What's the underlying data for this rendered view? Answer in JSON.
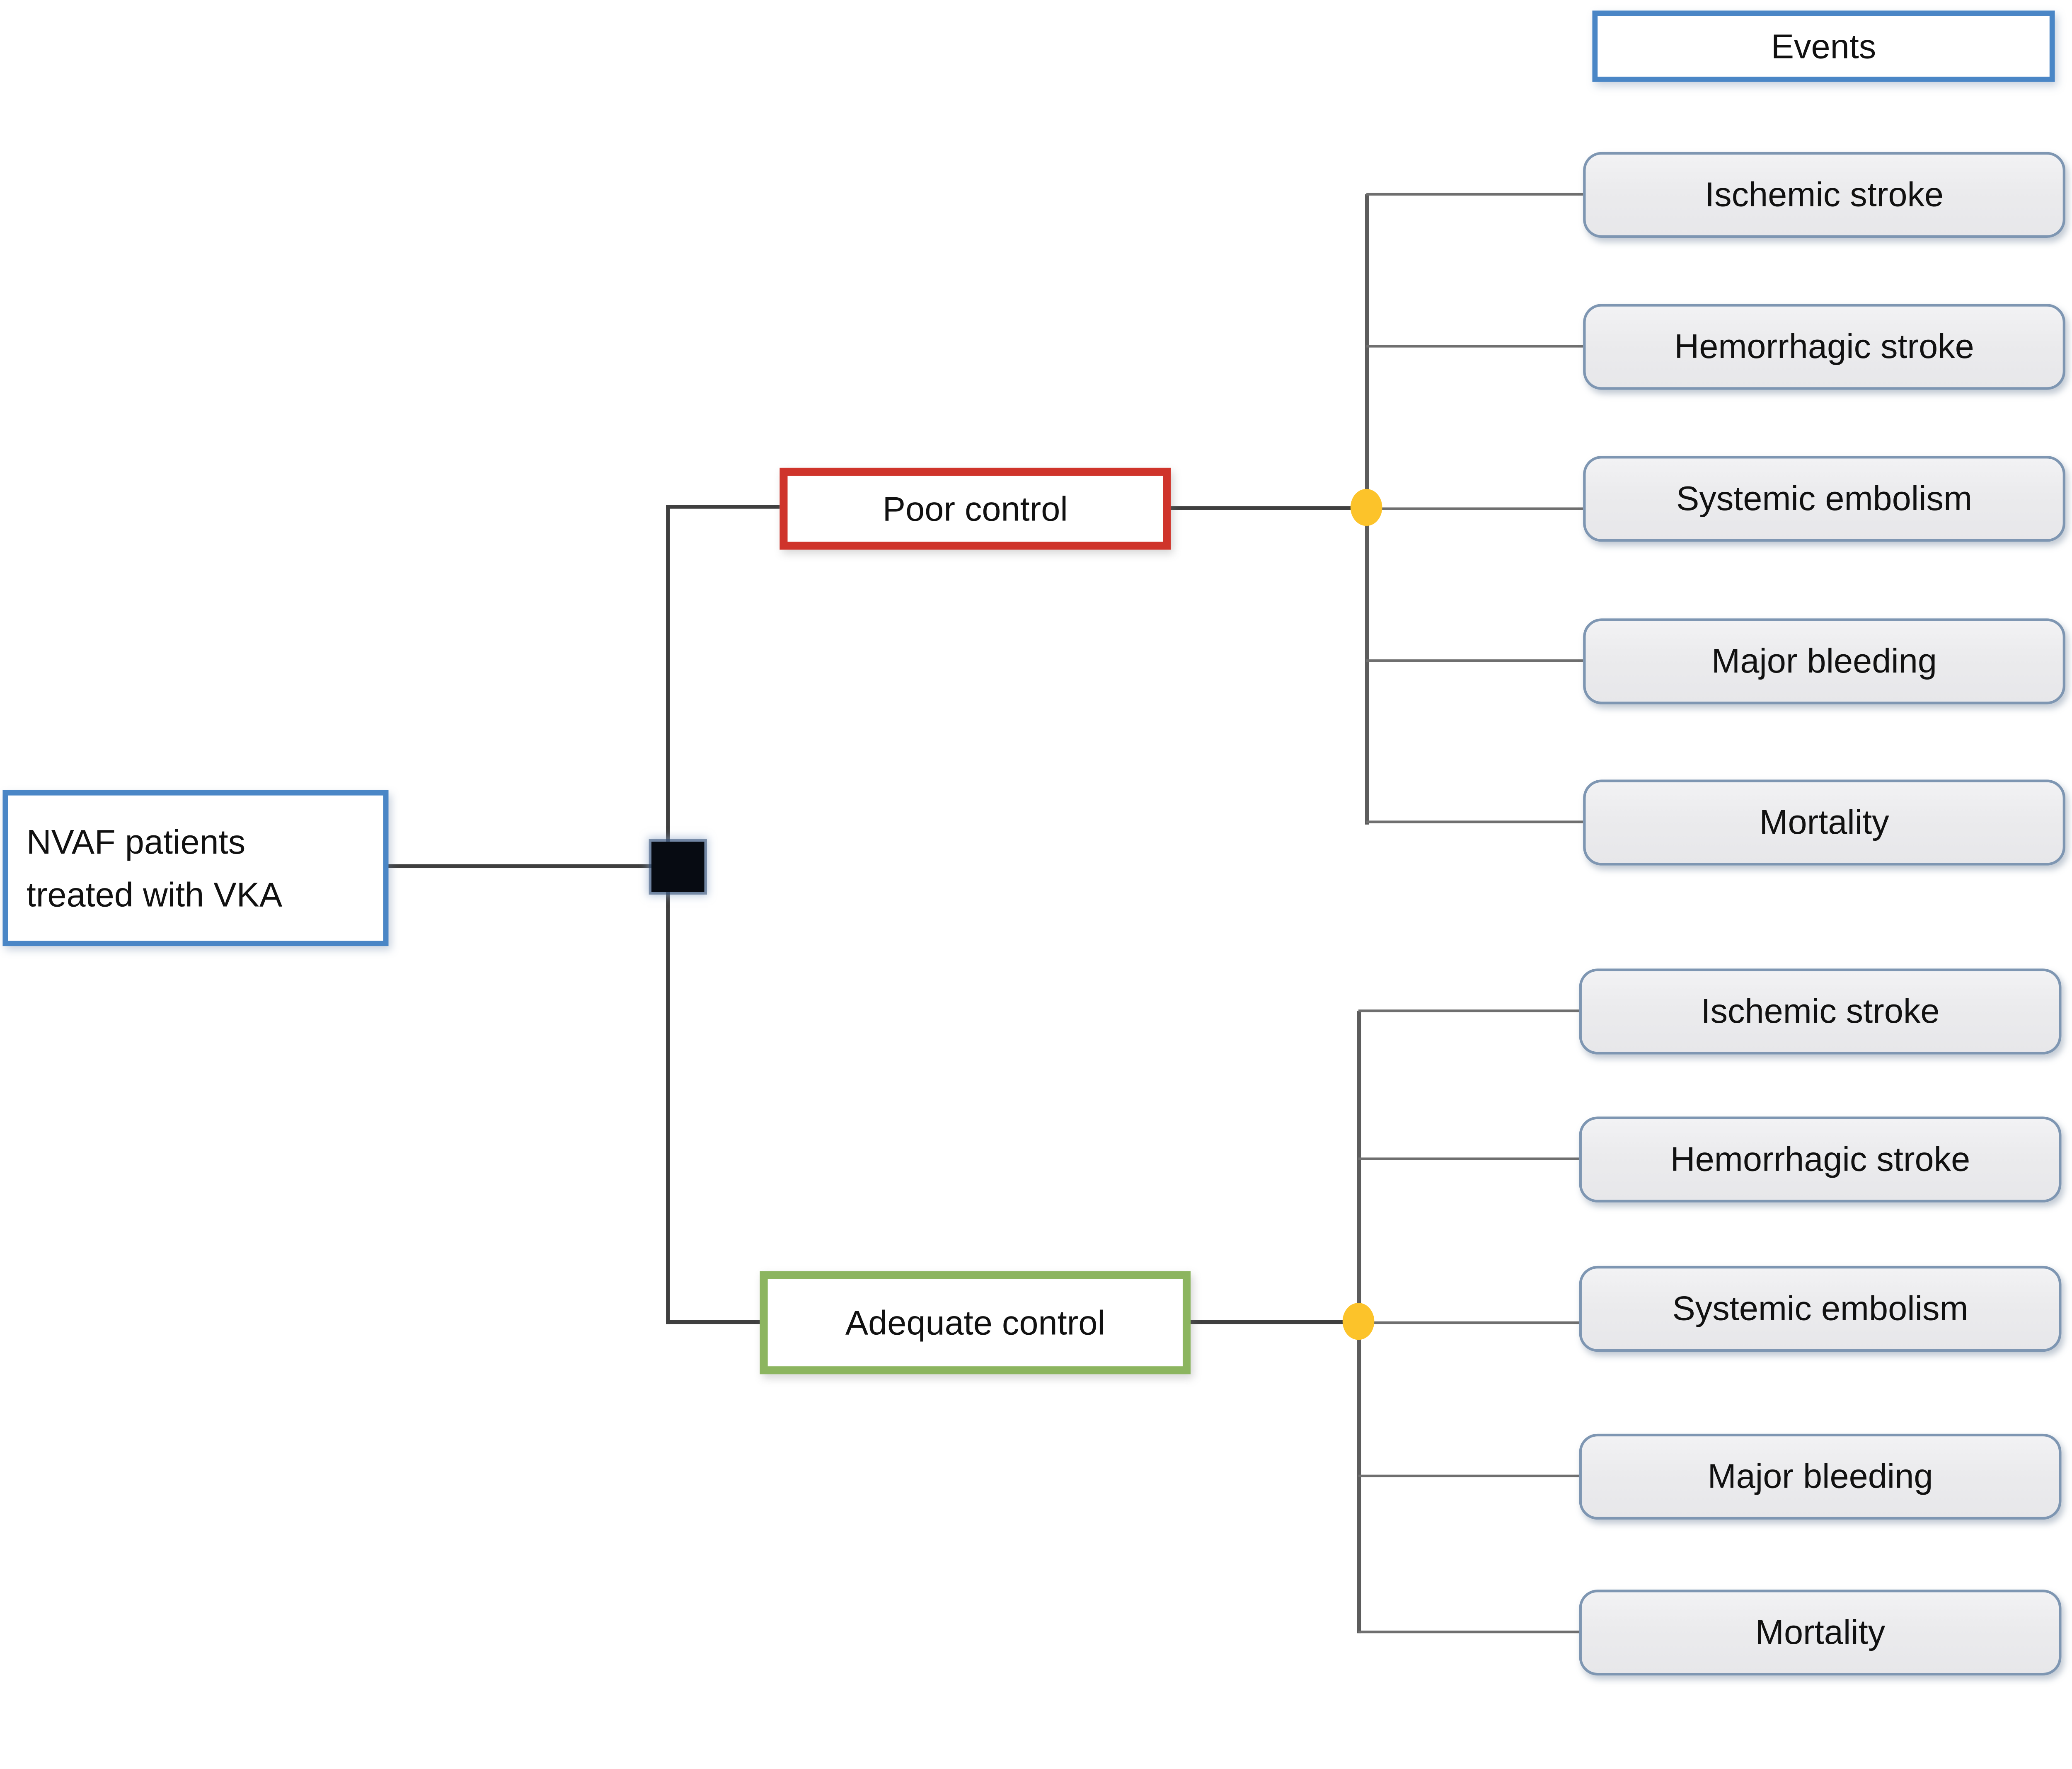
{
  "figure": {
    "type": "decision-tree",
    "root": {
      "label": "NVAF patients treated with VKA"
    },
    "events_header": {
      "label": "Events"
    },
    "branches": [
      {
        "label": "Poor control",
        "events": [
          "Ischemic stroke",
          "Hemorrhagic stroke",
          "Systemic embolism",
          "Major bleeding",
          "Mortality"
        ]
      },
      {
        "label": "Adequate control",
        "events": [
          "Ischemic stroke",
          "Hemorrhagic stroke",
          "Systemic embolism",
          "Major bleeding",
          "Mortality"
        ]
      }
    ],
    "colors": {
      "root_border": "#4a86c6",
      "events_header_border": "#4a86c6",
      "poor_border": "#cf342b",
      "adequate_border": "#8cb55f",
      "event_box_border": "#7e96b2",
      "event_box_fill": "#ececee",
      "chance_node": "#fcc32a",
      "decision_node": "#070b12",
      "trunk_line": "#3f3f3f",
      "branch_rail_line": "#5c5c5c",
      "connector_line": "#6f6f6f"
    },
    "node_shapes": {
      "decision": "square",
      "chance": "circle"
    }
  }
}
